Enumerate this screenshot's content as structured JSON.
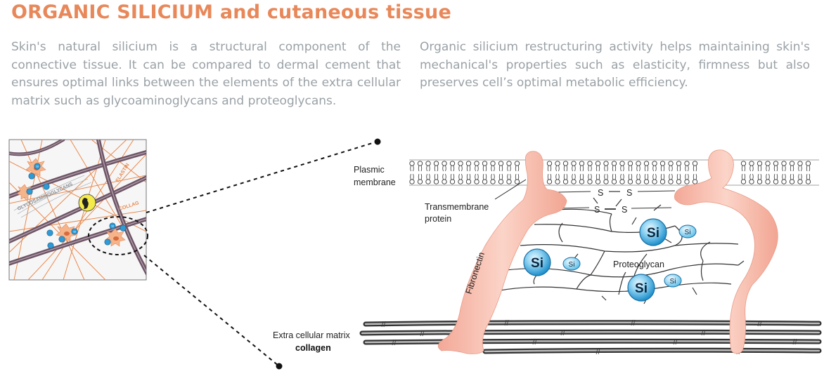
{
  "title": "ORGANIC SILICIUM and cutaneous tissue",
  "paragraph_left": "Skin's natural silicium is a structural component of the connective tissue. It can be compared to dermal cement that ensures optimal links between the elements of the extra cellular matrix such as glycoaminoglycans and proteoglycans.",
  "paragraph_right": "Organic silicium restructuring activity helps maintaining skin's mechanical's properties such as elasticity, firmness but also preserves cell’s optimal metabolic efficiency.",
  "inset": {
    "labels": {
      "elastin": "ELASTIN",
      "collagen": "COLLAG",
      "glycosaminoglycans": "GLYCOSAMINOGLYCANS"
    },
    "si_marker": "Si"
  },
  "diagram": {
    "plasmic_membrane": [
      "Plasmic",
      "membrane"
    ],
    "transmembrane_protein": [
      "Transmembrane",
      "protein"
    ],
    "fibronectin": "Fibronectin",
    "proteoglycan": "Proteoglycan",
    "ecm": "Extra cellular matrix",
    "collagen": "collagen",
    "ss_bonds": [
      "S",
      "S",
      "S",
      "S"
    ],
    "si_large": "Si",
    "si_small": "Si"
  },
  "colors": {
    "title": "#e8885a",
    "body_text": "#9aa1a6",
    "protein_pink": "#f6b8a8",
    "si_blue": "#29a3dd",
    "fiber_orange": "#e8894d",
    "fiber_purple": "#6d5566"
  }
}
